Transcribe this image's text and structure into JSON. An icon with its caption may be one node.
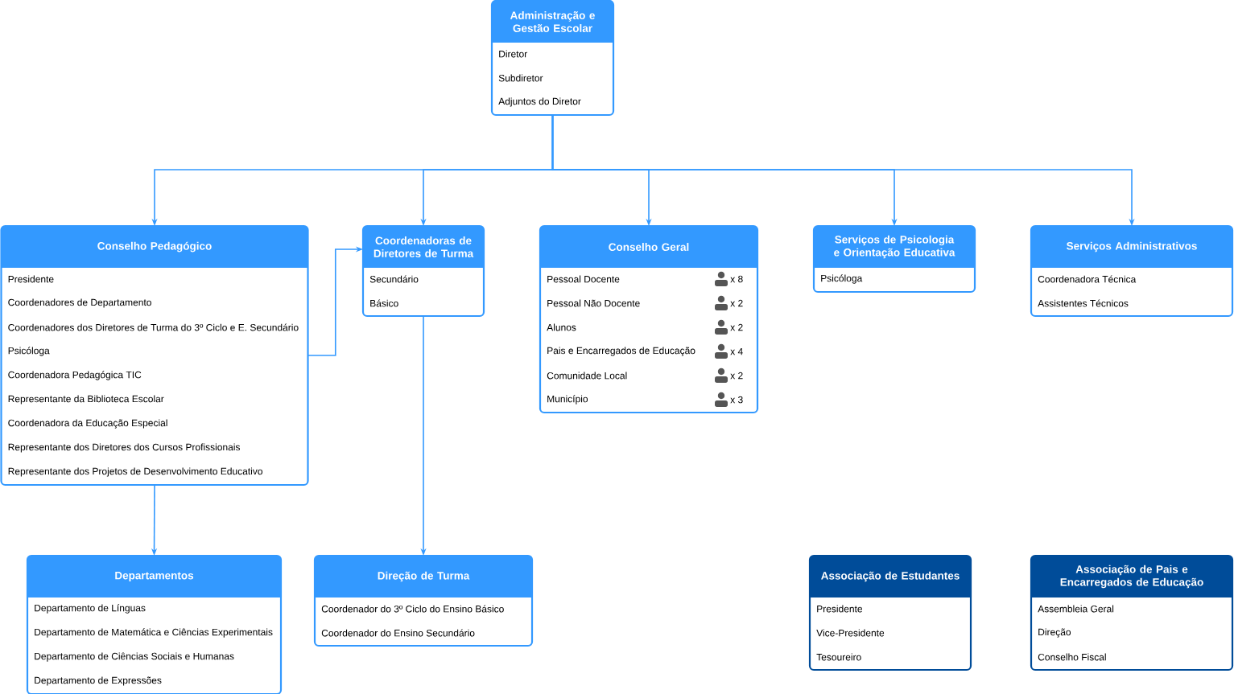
{
  "diagram": {
    "nodes": [
      {
        "text": [
          "Administração e Gestão Escolar",
          "Diretor",
          "Subdiretor",
          "Adjuntos do Diretor"
        ]
      },
      {
        "text": [
          "Conselho Pedagógico",
          "Presidente",
          "Coordenadores de Departamento",
          "Coordenadores dos Diretores de Turma do 3º Ciclo e E. Secundário",
          "Psicóloga",
          "Coordenadora Pedagógica TIC",
          "Representante da Biblioteca Escolar",
          "Coordenadora da Educação Especial",
          "Representante dos Diretores dos Cursos Profissionais",
          "Representante dos Projetos de Desenvolvimento Educativo"
        ]
      },
      {
        "text": [
          "Coordenadoras de Diretores de Turma",
          "Secundário",
          "Básico"
        ]
      },
      {
        "text": [
          "Conselho Geral",
          "Pessoal Docente",
          "Pessoal Não Docente",
          "Alunos",
          "Pais e Encarregados de Educação",
          "Comunidade Local",
          "Município",
          "x 8",
          "x 2",
          "x 2",
          "x 4",
          "x 2",
          "x 3"
        ]
      },
      {
        "text": [
          "Serviços de Psicologia e Orientação Educativa",
          "Psicóloga"
        ]
      },
      {
        "text": [
          "Serviços Administrativos",
          "Coordenadora Técnica",
          "Assistentes Técnicos"
        ]
      },
      {
        "text": [
          "Departamentos",
          "Departamento de Línguas",
          "Departamento de Matemática e Ciências Experimentais",
          "Departamento de Ciências Sociais e Humanas",
          "Departamento de Expressões"
        ]
      },
      {
        "text": [
          "Direção de Turma",
          "Coordenador do 3º Ciclo do Ensino Básico",
          "Coordenador do Ensino Secundário"
        ]
      },
      {
        "text": [
          "Associação de Estudantes",
          "Presidente",
          "Vice-Presidente",
          "Tesoureiro"
        ]
      },
      {
        "text": [
          "Associação de Pais e Encarregados de Educação",
          "Assembleia Geral",
          "Direção",
          "Conselho Fiscal"
        ]
      }
    ],
    "edges": [
      {
        "from": 0,
        "to": 1,
        "arrow": "to"
      },
      {
        "from": 0,
        "to": 2,
        "arrow": "to"
      },
      {
        "from": 0,
        "to": 3,
        "arrow": "to"
      },
      {
        "from": 0,
        "to": 4,
        "arrow": "to"
      },
      {
        "from": 0,
        "to": 5,
        "arrow": "to"
      },
      {
        "from": 1,
        "to": 2,
        "arrow": "to"
      },
      {
        "from": 1,
        "to": 6,
        "arrow": "to"
      },
      {
        "from": 2,
        "to": 7,
        "arrow": "to"
      }
    ]
  }
}
